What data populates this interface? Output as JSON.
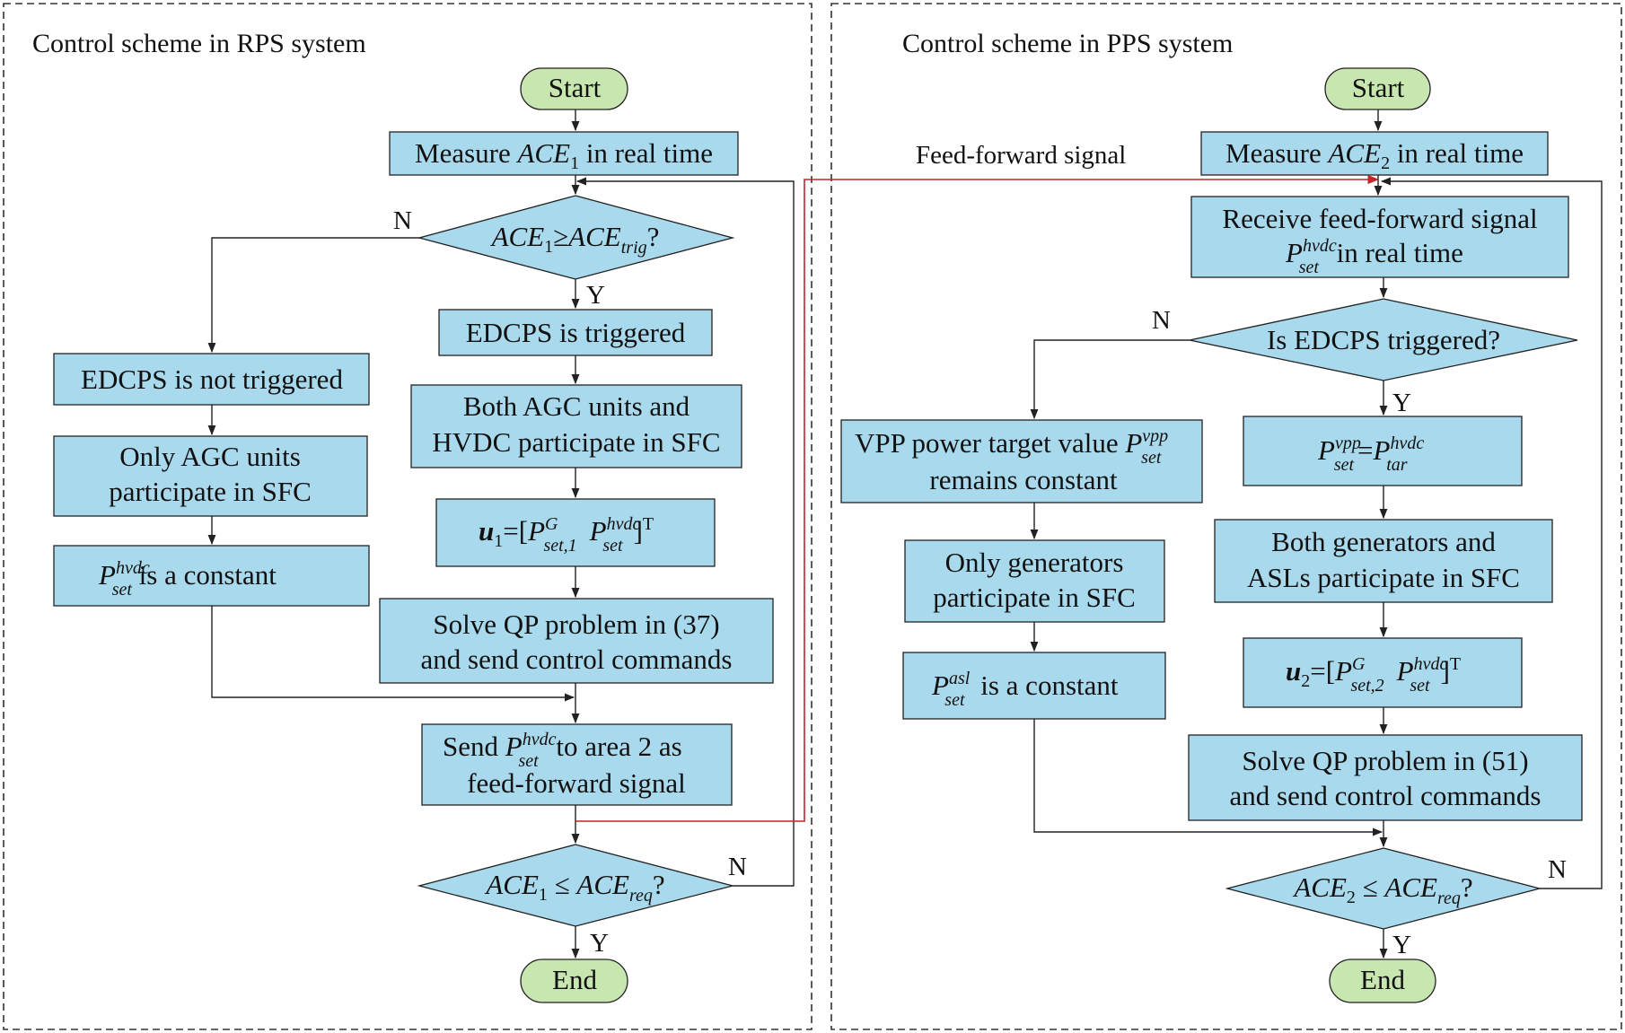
{
  "panels": {
    "left_title": "Control scheme in RPS system",
    "right_title": "Control scheme in PPS system"
  },
  "labels": {
    "feed_forward": "Feed-forward signal",
    "yes": "Y",
    "no": "N"
  },
  "left": {
    "start": "Start",
    "measure_pre": "Measure ",
    "measure_var": "ACE",
    "measure_sub": "1",
    "measure_post": " in real time",
    "decision1_a": "ACE",
    "decision1_sub": "1",
    "decision1_op": "≥",
    "decision1_b": "ACE",
    "decision1_bsub": "trig",
    "decision1_q": "?",
    "not_triggered": "EDCPS is not triggered",
    "only_agc_1": "Only AGC units",
    "only_agc_2": "participate in SFC",
    "constant_sup": "hvdc",
    "constant_sub": "set",
    "constant_text": " is a constant",
    "triggered": "EDCPS is triggered",
    "both_1": "Both AGC units and",
    "both_2": "HVDC participate in SFC",
    "u_sub": "1",
    "u_g_sub": "set,1",
    "solve_1": "Solve QP problem in (37)",
    "solve_2": "and send control commands",
    "send_1_pre": "Send ",
    "send_1_post": " to area 2 as",
    "send_2": "feed-forward signal",
    "decision2_a": "ACE",
    "decision2_sub": "1",
    "decision2_op": " ≤ ",
    "decision2_b": "ACE",
    "decision2_bsub": "req",
    "decision2_q": "?",
    "end": "End"
  },
  "right": {
    "start": "Start",
    "measure_pre": "Measure ",
    "measure_var": "ACE",
    "measure_sub": "2",
    "measure_post": " in real time",
    "receive_1": "Receive feed-forward signal",
    "receive_2_post": " in real time",
    "decision1": "Is EDCPS triggered?",
    "vpp_1_pre": "VPP power target value ",
    "vpp_sup": "vpp",
    "vpp_2": "remains constant",
    "only_gen_1": "Only generators",
    "only_gen_2": "participate in SFC",
    "asl_sup": "asl",
    "asl_text": " is a constant",
    "tar_sub": "tar",
    "both_1": "Both generators and",
    "both_2": "ASLs participate in SFC",
    "u_sub": "2",
    "u_g_sub": "set,2",
    "solve_1": "Solve QP problem in (51)",
    "solve_2": "and send control commands",
    "decision2_a": "ACE",
    "decision2_sub": "2",
    "decision2_op": " ≤ ",
    "decision2_b": "ACE",
    "decision2_bsub": "req",
    "decision2_q": "?",
    "end": "End"
  },
  "math": {
    "P": "P",
    "set": "set",
    "hvdc": "hvdc",
    "G": "G",
    "u": "u",
    "T": "T",
    "eq": "=",
    "lbr": "[",
    "rbr": "]"
  },
  "colors": {
    "box": "#a9d9ec",
    "terminal": "#c8e6b0",
    "feed_forward_line": "#c0262c"
  }
}
